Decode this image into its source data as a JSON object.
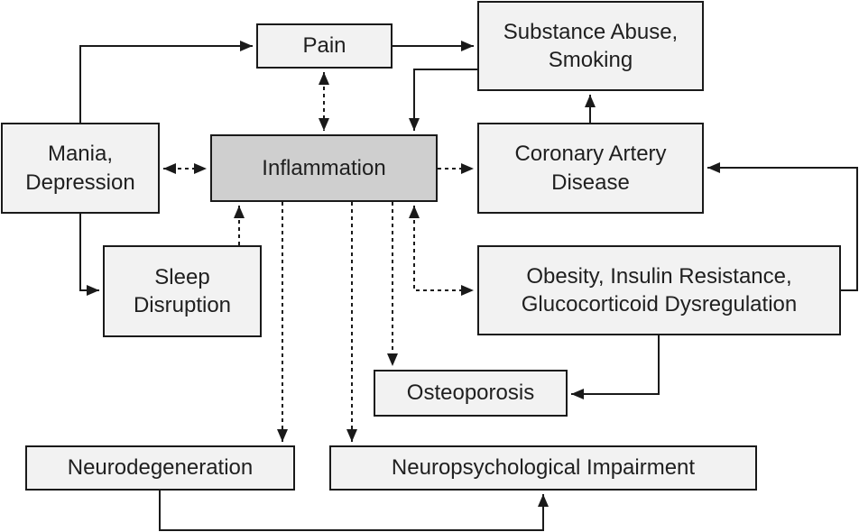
{
  "nodes": {
    "pain": "Pain",
    "substance": "Substance Abuse,\nSmoking",
    "mania": "Mania,\nDepression",
    "inflammation": "Inflammation",
    "cad": "Coronary Artery\nDisease",
    "sleep": "Sleep\nDisruption",
    "obesity": "Obesity, Insulin Resistance,\nGlucocorticoid Dysregulation",
    "osteoporosis": "Osteoporosis",
    "neurodegeneration": "Neurodegeneration",
    "neuropsych": "Neuropsychological Impairment"
  },
  "edges": [
    {
      "from": "mania",
      "to": "pain",
      "style": "solid",
      "bidirectional": false
    },
    {
      "from": "pain",
      "to": "substance",
      "style": "solid",
      "bidirectional": false
    },
    {
      "from": "pain",
      "to": "inflammation",
      "style": "dashed",
      "bidirectional": true
    },
    {
      "from": "substance",
      "to": "inflammation",
      "style": "solid",
      "bidirectional": false
    },
    {
      "from": "cad",
      "to": "substance",
      "style": "solid",
      "bidirectional": false
    },
    {
      "from": "mania",
      "to": "inflammation",
      "style": "dashed",
      "bidirectional": true
    },
    {
      "from": "inflammation",
      "to": "cad",
      "style": "dashed",
      "bidirectional": false
    },
    {
      "from": "mania",
      "to": "sleep",
      "style": "solid",
      "bidirectional": false
    },
    {
      "from": "sleep",
      "to": "inflammation",
      "style": "dashed",
      "bidirectional": false
    },
    {
      "from": "obesity",
      "to": "cad",
      "style": "solid",
      "bidirectional": false
    },
    {
      "from": "inflammation",
      "to": "obesity",
      "style": "dashed",
      "bidirectional": true
    },
    {
      "from": "inflammation",
      "to": "osteoporosis",
      "style": "dashed",
      "bidirectional": false
    },
    {
      "from": "obesity",
      "to": "osteoporosis",
      "style": "solid",
      "bidirectional": false
    },
    {
      "from": "inflammation",
      "to": "neurodegeneration",
      "style": "dashed",
      "bidirectional": false
    },
    {
      "from": "inflammation",
      "to": "neuropsych",
      "style": "dashed",
      "bidirectional": false
    },
    {
      "from": "neurodegeneration",
      "to": "neuropsych",
      "style": "solid",
      "bidirectional": false
    }
  ]
}
